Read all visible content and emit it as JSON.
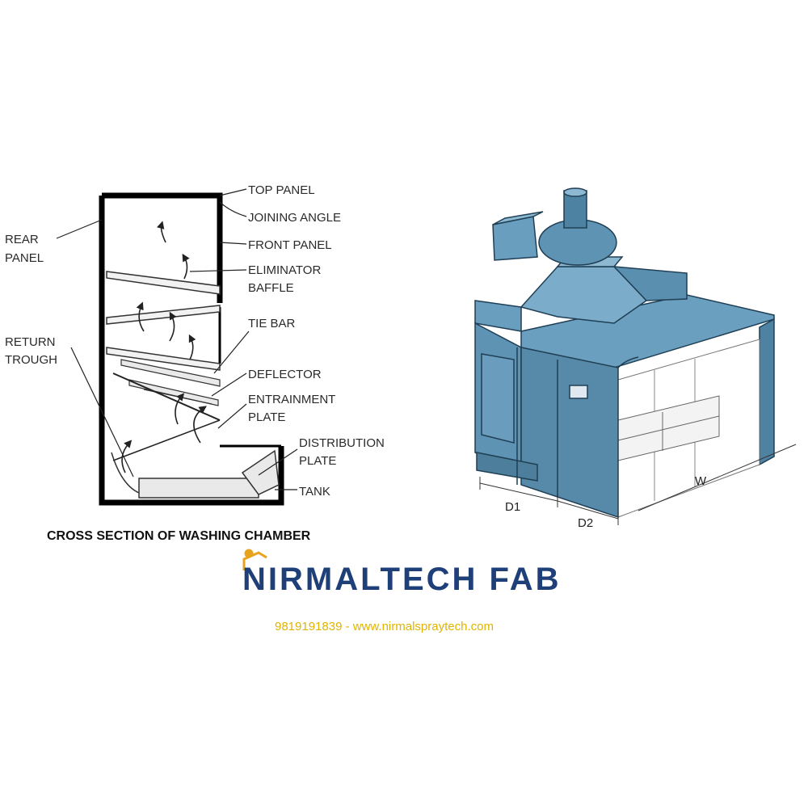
{
  "cross_section": {
    "labels": {
      "top_panel": "TOP PANEL",
      "joining_angle": "JOINING ANGLE",
      "front_panel": "FRONT PANEL",
      "eliminator_baffle_1": "ELIMINATOR",
      "eliminator_baffle_2": "BAFFLE",
      "tie_bar": "TIE BAR",
      "deflector": "DEFLECTOR",
      "entrainment_plate_1": "ENTRAINMENT",
      "entrainment_plate_2": "PLATE",
      "distribution_plate_1": "DISTRIBUTION",
      "distribution_plate_2": "PLATE",
      "tank": "TANK",
      "rear_panel_1": "REAR",
      "rear_panel_2": "PANEL",
      "return_trough_1": "RETURN",
      "return_trough_2": "TROUGH"
    },
    "caption": "CROSS SECTION OF WASHING CHAMBER"
  },
  "booth": {
    "dimensions": {
      "d1": "D1",
      "d2": "D2",
      "w": "W"
    },
    "colors": {
      "fill": "#5f93b3",
      "dark": "#2f5f7d",
      "light": "#8db8d2"
    }
  },
  "brand": {
    "name": "NIRMALTECH FAB",
    "contact": "9819191839 - www.nirmalspraytech.com",
    "colors": {
      "name": "#1e3f78",
      "accent": "#e8a21c",
      "contact": "#e0b400"
    }
  }
}
